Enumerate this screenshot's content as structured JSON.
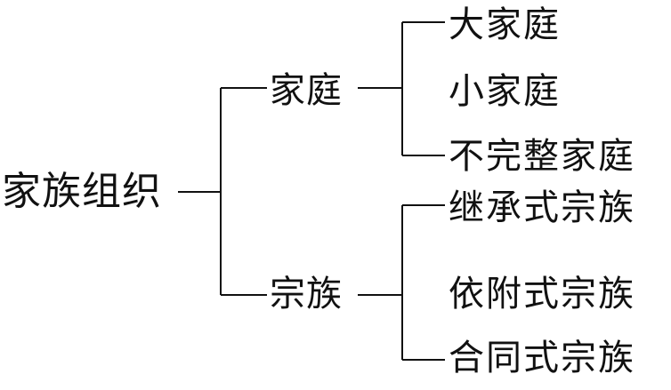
{
  "root": {
    "label": "家族组织"
  },
  "branches": [
    {
      "label": "家庭",
      "children": [
        "大家庭",
        "小家庭",
        "不完整家庭"
      ]
    },
    {
      "label": "宗族",
      "children": [
        "继承式宗族",
        "依附式宗族",
        "合同式宗族"
      ]
    }
  ]
}
